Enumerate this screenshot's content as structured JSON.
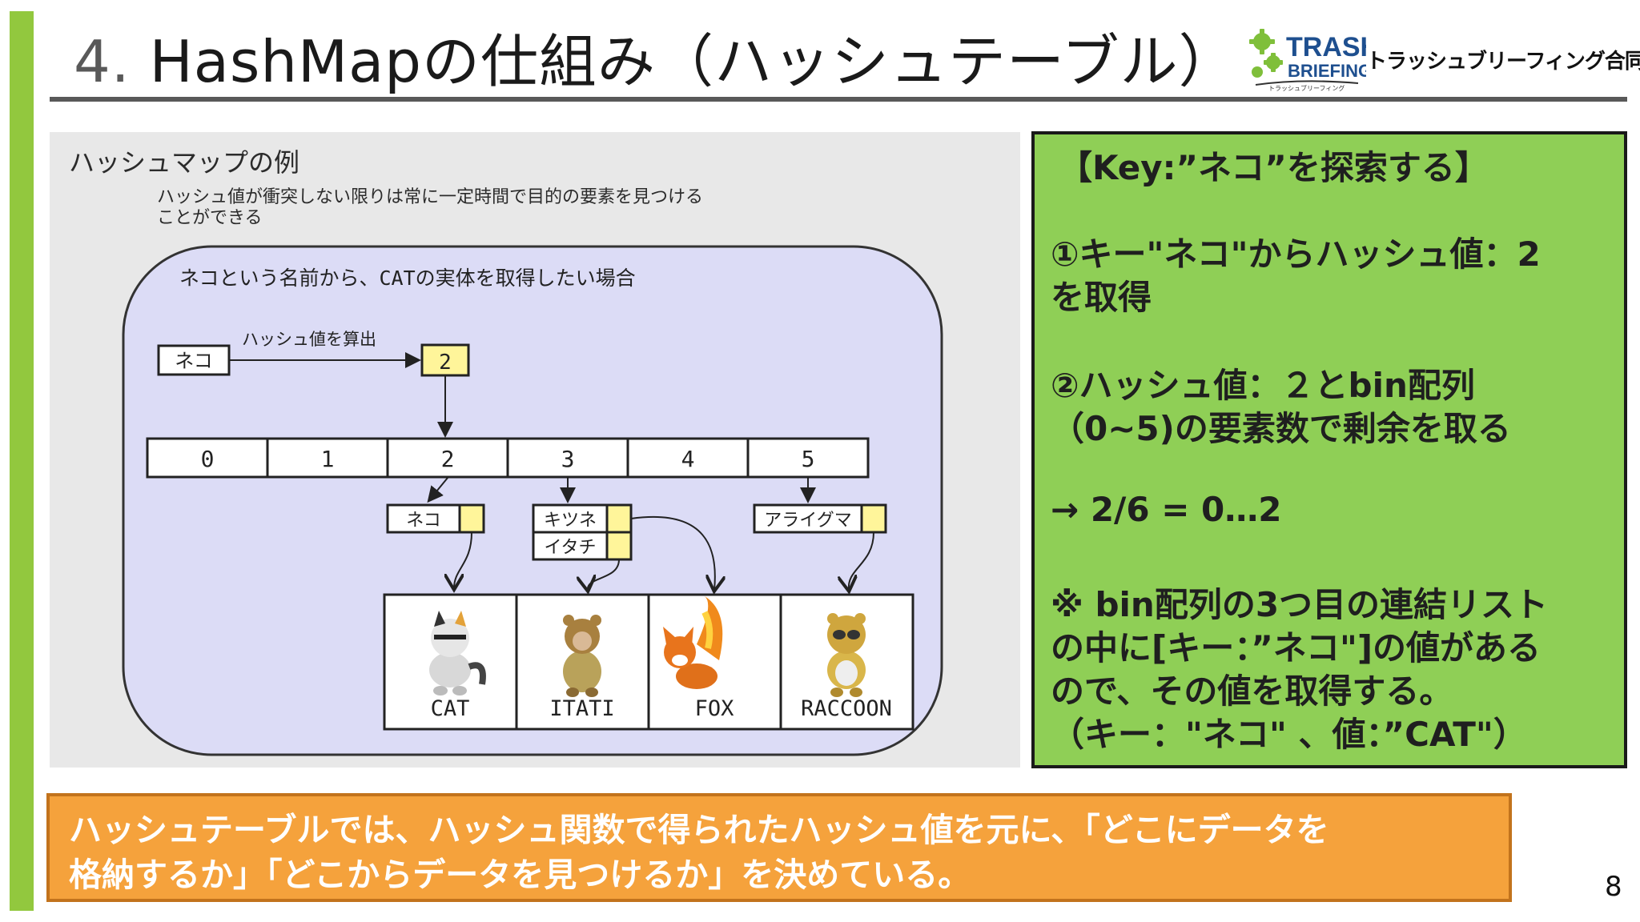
{
  "slide": {
    "title_num": "4.",
    "title_text": "HashMapの仕組み（ハッシュテーブル）",
    "page_number": "8"
  },
  "logo": {
    "word1": "TRASH",
    "word2": "BRIEFING",
    "tagline": "トラッシュブリーフィング",
    "company": "トラッシュブリーフィング合同会社"
  },
  "figure": {
    "title": "ハッシュマップの例",
    "subtitle_line1": "ハッシュ値が衝突しない限りは常に一定時間で目的の要素を見つける",
    "subtitle_line2": "ことができる",
    "caption": "ネコという名前から、CATの実体を取得したい場合",
    "input_key": "ネコ",
    "arrow_label": "ハッシュ値を算出",
    "hash_value": "2",
    "bins": [
      "0",
      "1",
      "2",
      "3",
      "4",
      "5"
    ],
    "entries": {
      "bin2": [
        "ネコ"
      ],
      "bin3": [
        "キツネ",
        "イタチ"
      ],
      "bin5": [
        "アライグマ"
      ]
    },
    "objects": [
      "CAT",
      "ITATI",
      "FOX",
      "RACCOON"
    ]
  },
  "explanation": {
    "heading": "【Key:”ネコ”を探索する】",
    "step1_line1": "①キー\"ネコ\"からハッシュ値：2",
    "step1_line2": "を取得",
    "step2_line1": "②ハッシュ値：２とbin配列",
    "step2_line2": "（0~5)の要素数で剰余を取る",
    "calc": "→ 2/6 = 0…2",
    "note_line1": "※ bin配列の3つ目の連結リスト",
    "note_line2": "の中に[キー：”ネコ\"]の値がある",
    "note_line3": "ので、その値を取得する。",
    "note_line4": "（キー：\"ネコ\" 、値：”CAT\"）"
  },
  "summary": {
    "line1": "ハッシュテーブルでは、ハッシュ関数で得られたハッシュ値を元に、「どこにデータを",
    "line2": "格納するか」「どこからデータを見つけるか」を決めている。"
  },
  "colors": {
    "accent_green": "#92c83e",
    "box_green": "#8fcf56",
    "box_orange": "#f5a23c",
    "highlight_yellow": "#fff59a",
    "diagram_panel": "#dcdcf6"
  }
}
